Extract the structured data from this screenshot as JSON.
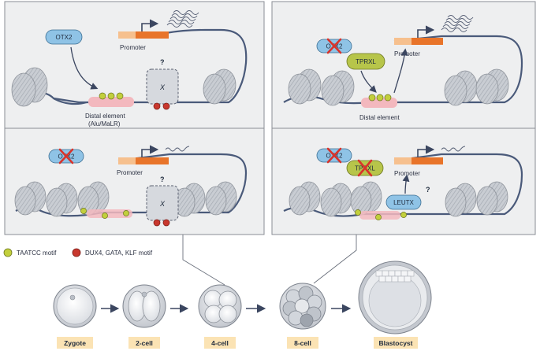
{
  "panel_left": {
    "top": {
      "factor": "OTX2",
      "promoter_label": "Promoter",
      "unknown_mark": "?",
      "unknown_factor": "X",
      "distal_label_line1": "Distal element",
      "distal_label_line2": "(Alu/MaLR)"
    },
    "bottom": {
      "factor": "OTX2",
      "promoter_label": "Promoter",
      "unknown_mark": "?",
      "unknown_factor": "X"
    }
  },
  "panel_right": {
    "top": {
      "factor_1": "OTX2",
      "factor_2": "TPRXL",
      "promoter_label": "Promoter",
      "distal_label": "Distal element"
    },
    "bottom": {
      "factor_1": "OTX2",
      "factor_2": "TPRXL",
      "factor_3": "LEUTX",
      "promoter_label": "Promoter",
      "unknown_mark": "?"
    }
  },
  "legend": {
    "taatcc_label": "TAATCC motif",
    "dux4_label": "DUX4, GATA, KLF motif"
  },
  "stages": [
    "Zygote",
    "2-cell",
    "4-cell",
    "8-cell",
    "Blastocyst"
  ],
  "colors": {
    "panel_bg": "#eeeff0",
    "panel_border": "#8a8e94",
    "dna": "#4a5a7a",
    "factor_blue": "#8fc3e6",
    "factor_green": "#b7c54a",
    "promoter_orange": "#e8742a",
    "promoter_light": "#f6c08e",
    "distal_pink": "#f3b8be",
    "motif_green": "#c2cf3c",
    "motif_red": "#c8382e",
    "cross_red": "#d8332b",
    "stage_label_bg": "#fbe3b4"
  }
}
